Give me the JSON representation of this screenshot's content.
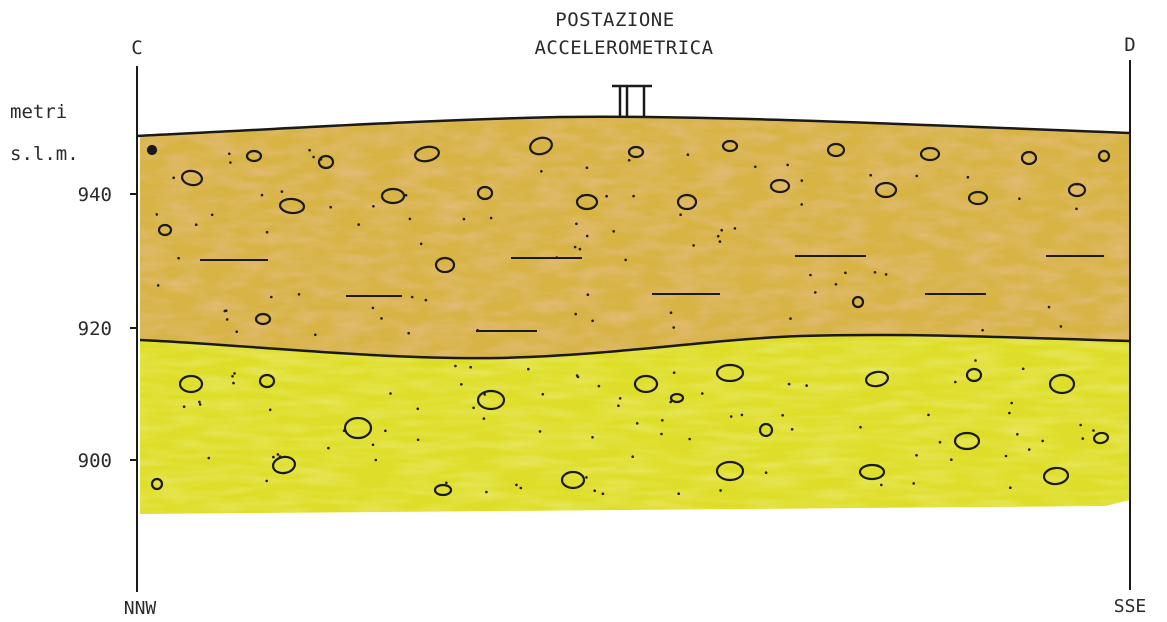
{
  "title_line1": "POSTAZIONE",
  "title_line2": "ACCELEROMETRICA",
  "left_marker": "C",
  "right_marker": "D",
  "unit_line1": "metri",
  "unit_line2": "s.l.m.",
  "elevation_ticks": [
    "940",
    "920",
    "900"
  ],
  "left_direction": "NNW",
  "right_direction": "SSE",
  "colors": {
    "upper_layer": "#d7b444",
    "upper_layer_streak": "#c98a3c",
    "lower_layer": "#dede2a",
    "outline": "#1a1a1a"
  }
}
